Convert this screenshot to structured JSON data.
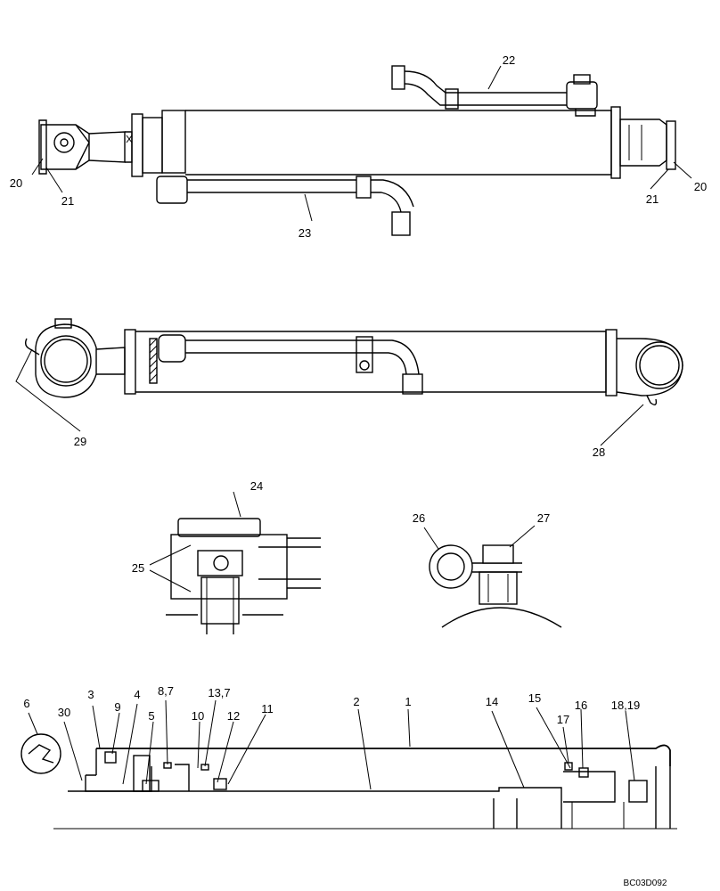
{
  "drawing_code": "BC03D092",
  "callouts": {
    "c1": "1",
    "c2": "2",
    "c3": "3",
    "c4": "4",
    "c5": "5",
    "c6": "6",
    "c8_7": "8,7",
    "c9": "9",
    "c10": "10",
    "c11": "11",
    "c12": "12",
    "c13_7": "13,7",
    "c14": "14",
    "c15": "15",
    "c16": "16",
    "c17": "17",
    "c18_19": "18,19",
    "c20a": "20",
    "c20b": "20",
    "c21a": "21",
    "c21b": "21",
    "c22": "22",
    "c23": "23",
    "c24": "24",
    "c25": "25",
    "c26": "26",
    "c27": "27",
    "c28": "28",
    "c29": "29",
    "c30": "30"
  }
}
